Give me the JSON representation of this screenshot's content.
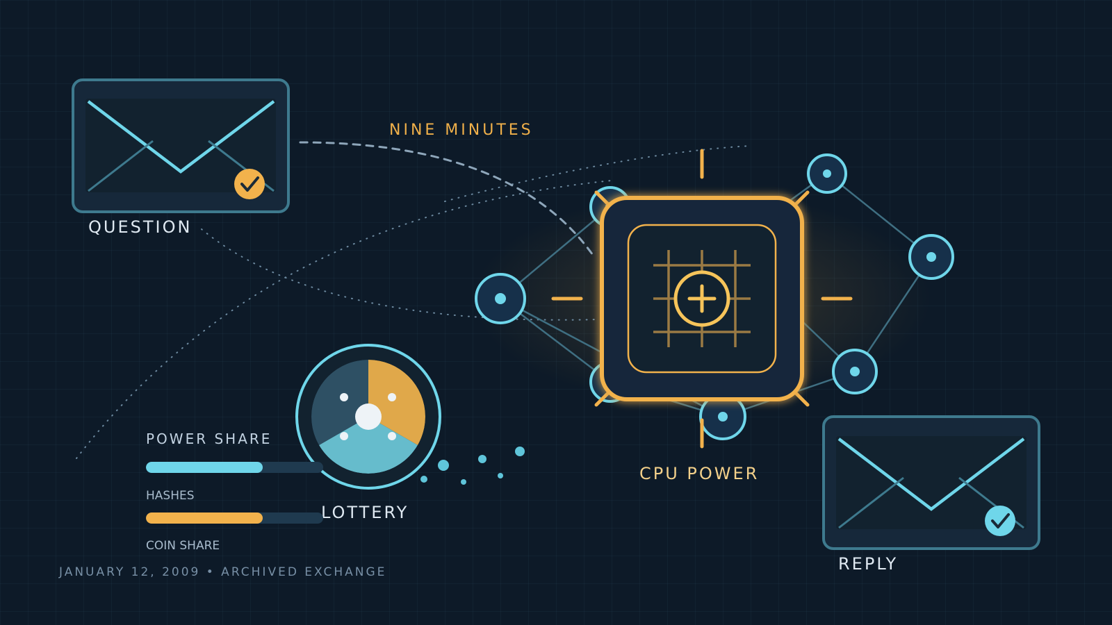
{
  "labels": {
    "question": "QUESTION",
    "reply": "REPLY",
    "nine_minutes": "NINE MINUTES",
    "cpu_power": "CPU POWER",
    "lottery": "LOTTERY",
    "power_share": "POWER SHARE",
    "hashes": "HASHES",
    "coin_share": "COIN SHARE",
    "footer": "JANUARY 12, 2009 • ARCHIVED EXCHANGE"
  },
  "meters": {
    "hashes_fill": 0.66,
    "coin_share_fill": 0.66
  },
  "lottery_pie": {
    "slices": [
      {
        "value": 120,
        "color": "#e0a84a"
      },
      {
        "value": 120,
        "color": "#66bccc"
      },
      {
        "value": 120,
        "color": "#2e5064"
      }
    ]
  },
  "colors": {
    "accent_cyan": "#6fd6ea",
    "accent_gold": "#f2b24c",
    "background": "#0d1a28"
  },
  "icons": [
    "envelope-icon",
    "checkmark-icon",
    "cpu-chip-icon",
    "network-node-icon",
    "pie-chart-icon"
  ]
}
